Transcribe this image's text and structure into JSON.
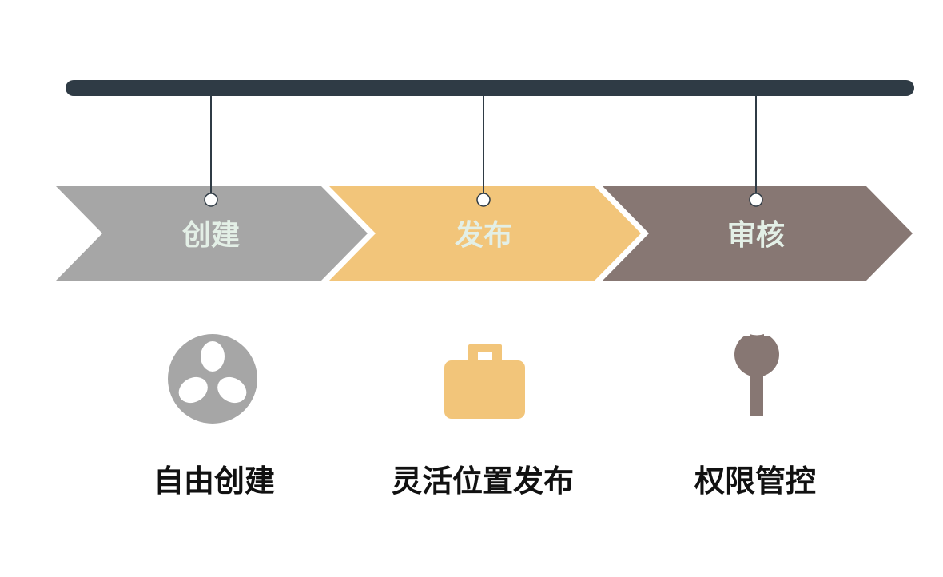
{
  "steps": [
    {
      "label": "创建",
      "caption": "自由创建",
      "color": "#a6a6a6",
      "icon": "film-reel-icon"
    },
    {
      "label": "发布",
      "caption": "灵活位置发布",
      "color": "#f2c57a",
      "icon": "briefcase-icon"
    },
    {
      "label": "审核",
      "caption": "权限管控",
      "color": "#877773",
      "icon": "wrench-icon"
    }
  ],
  "colors": {
    "bar": "#2f3b45",
    "connector": "#2f3b45",
    "label_text": "#e3efe6",
    "caption_text": "#111111"
  }
}
